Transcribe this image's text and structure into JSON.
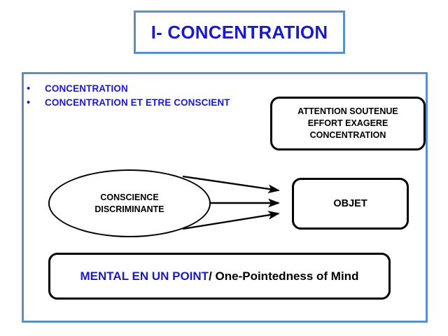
{
  "slide": {
    "title": "I- CONCENTRATION",
    "frame_color": "#5B8FC9",
    "accent_blue": "#1A1ACC",
    "shape_stroke": "#000000",
    "background": "#FFFFFF"
  },
  "bullets": [
    {
      "marker": "•",
      "label": "CONCENTRATION"
    },
    {
      "marker": "•",
      "label": "CONCENTRATION ET ETRE CONSCIENT"
    }
  ],
  "shapes": {
    "attention_box": {
      "text": "ATTENTION SOUTENUE\nEFFORT EXAGERE\nCONCENTRATION"
    },
    "conscience_ellipse": {
      "text": "CONSCIENCE\nDISCRIMINANTE"
    },
    "objet_box": {
      "text": "OBJET"
    },
    "mental_box": {
      "highlight": "MENTAL  EN UN POINT",
      "rest": "/ One-Pointedness of Mind"
    }
  },
  "arrows": {
    "count": 3,
    "description": "three arrows from CONSCIENCE DISCRIMINANTE to OBJET"
  }
}
